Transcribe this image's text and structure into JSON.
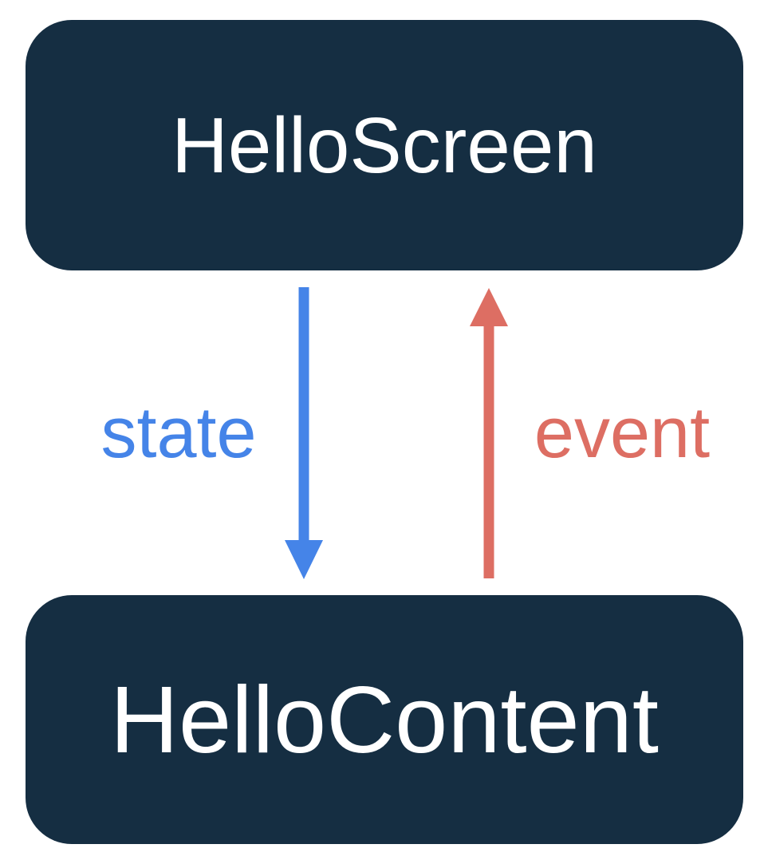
{
  "diagram": {
    "nodes": {
      "screen": {
        "label": "HelloScreen"
      },
      "content": {
        "label": "HelloContent"
      }
    },
    "edges": {
      "state": {
        "label": "state",
        "direction": "down",
        "from": "HelloScreen",
        "to": "HelloContent"
      },
      "event": {
        "label": "event",
        "direction": "up",
        "from": "HelloContent",
        "to": "HelloScreen"
      }
    },
    "colors": {
      "node_background": "#152E42",
      "node_text": "#FFFFFF",
      "state_arrow": "#4584E8",
      "event_arrow": "#DD6E63",
      "canvas_background": "#FFFFFF"
    }
  }
}
